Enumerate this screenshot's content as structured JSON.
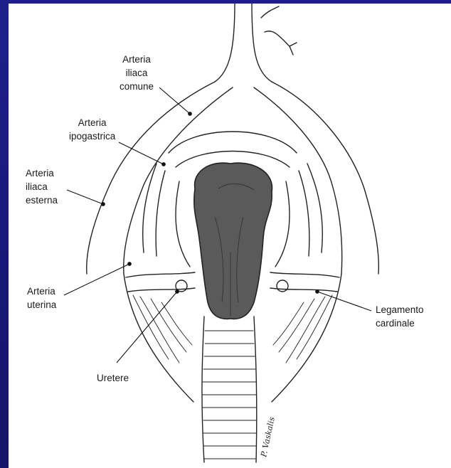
{
  "labels": {
    "iliaca_comune": [
      "Arteria",
      "iliaca",
      "comune"
    ],
    "ipogastrica": [
      "Arteria",
      "ipogastrica"
    ],
    "iliaca_esterna": [
      "Arteria",
      "iliaca",
      "esterna"
    ],
    "uterina": [
      "Arteria",
      "uterina"
    ],
    "legamento": [
      "Legamento",
      "cardinale"
    ],
    "uretere": "Uretere"
  },
  "signature": "P. Vaskalis",
  "colors": {
    "background": "#1a1a80",
    "uterus_fill": "#5a5a5a",
    "ink": "#222222"
  }
}
